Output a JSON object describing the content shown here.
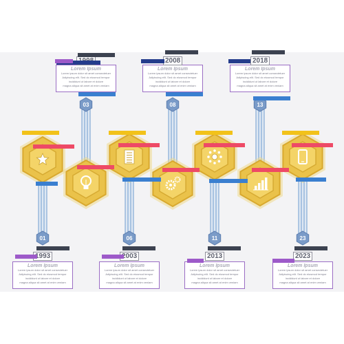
{
  "milestones": [
    {
      "year": "1998",
      "title": "Lorem Ipsum",
      "number": "03",
      "lines": [
        "Lorem ipsum dolor sit amet consectetuer",
        "Adipiscing elit. Sed do eiusmod tempor",
        "incididunt ut labore et dolore",
        "magna aliqua sit amet at enim veniam"
      ]
    },
    {
      "year": "2008",
      "title": "Lorem Ipsum",
      "number": "08",
      "lines": [
        "Lorem ipsum dolor sit amet consectetuer",
        "Adipiscing elit. Sed do eiusmod tempor",
        "incididunt ut labore et dolore",
        "magna aliqua sit amet at enim veniam"
      ]
    },
    {
      "year": "2018",
      "title": "Lorem Ipsum",
      "number": "13",
      "lines": [
        "Lorem ipsum dolor sit amet consectetuer",
        "Adipiscing elit. Sed do eiusmod tempor",
        "incididunt ut labore et dolore",
        "magna aliqua sit amet at enim veniam"
      ]
    },
    {
      "year": "1993",
      "title": "Lorem Ipsum",
      "number": "01",
      "lines": [
        "Lorem ipsum dolor sit amet consectetuer",
        "Adipiscing elit. Sed do eiusmod tempor",
        "incididunt ut labore et dolore",
        "magna aliqua sit amet at enim veniam"
      ]
    },
    {
      "year": "2003",
      "title": "Lorem Ipsum",
      "number": "06",
      "lines": [
        "Lorem ipsum dolor sit amet consectetuer",
        "Adipiscing elit. Sed do eiusmod tempor",
        "incididunt ut labore et dolore",
        "magna aliqua sit amet at enim veniam"
      ]
    },
    {
      "year": "2013",
      "title": "Lorem Ipsum",
      "number": "11",
      "lines": [
        "Lorem ipsum dolor sit amet consectetuer",
        "Adipiscing elit. Sed do eiusmod tempor",
        "incididunt ut labore et dolore",
        "magna aliqua sit amet at enim veniam"
      ]
    },
    {
      "year": "2023",
      "title": "Lorem Ipsum",
      "number": "23",
      "lines": [
        "Lorem ipsum dolor sit amet consectetuer",
        "Adipiscing elit. Sed do eiusmod tempor",
        "incididunt ut labore et dolore",
        "magna aliqua sit amet at enim veniam"
      ]
    }
  ],
  "icons": [
    "star-icon",
    "document-icon",
    "sun-icon",
    "smartphone-icon",
    "lightbulb-icon",
    "gears-icon",
    "bar-chart-icon"
  ],
  "colors": {
    "hex_gold": "#eac24a",
    "hex_gold_dark": "#d9a92e",
    "hex_inner": "#f4d468",
    "stem": "#6f9ccf",
    "badge": "#7a9bc8",
    "card_border": "#9a6cc4"
  }
}
